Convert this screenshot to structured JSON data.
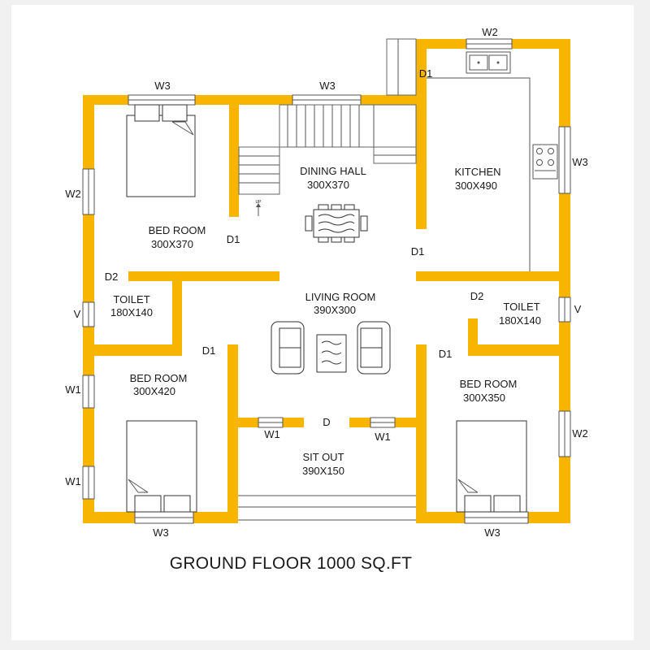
{
  "title": "GROUND FLOOR 1000 SQ.FT",
  "colors": {
    "wall": "#f7b500",
    "line": "#555555",
    "background": "#ffffff"
  },
  "rooms": {
    "dining": {
      "name": "DINING HALL",
      "dim": "300X370"
    },
    "kitchen": {
      "name": "KITCHEN",
      "dim": "300X490"
    },
    "bed1": {
      "name": "BED ROOM",
      "dim": "300X370"
    },
    "living": {
      "name": "LIVING ROOM",
      "dim": "390X300"
    },
    "toilet_left": {
      "name": "TOILET",
      "dim": "180X140"
    },
    "toilet_right": {
      "name": "TOILET",
      "dim": "180X140"
    },
    "bed2": {
      "name": "BED ROOM",
      "dim": "300X420"
    },
    "bed3": {
      "name": "BED ROOM",
      "dim": "300X350"
    },
    "sitout": {
      "name": "SIT OUT",
      "dim": "390X150"
    }
  },
  "labels": {
    "w2_top": "W2",
    "w3_top_left": "W3",
    "w3_top_mid": "W3",
    "d1_kitchen": "D1",
    "w3_kitchen": "W3",
    "w2_left": "W2",
    "d1_bed1": "D1",
    "d1_dining": "D1",
    "d2_left": "D2",
    "d2_right": "D2",
    "v_left": "V",
    "v_right": "V",
    "d1_bed2": "D1",
    "d1_bed3": "D1",
    "w1_left_top": "W1",
    "w1_left_bot": "W1",
    "w2_right": "W2",
    "w1_sit_left": "W1",
    "w1_sit_right": "W1",
    "d_main": "D",
    "w3_bottom_left": "W3",
    "w3_bottom_right": "W3",
    "up": "UP"
  }
}
